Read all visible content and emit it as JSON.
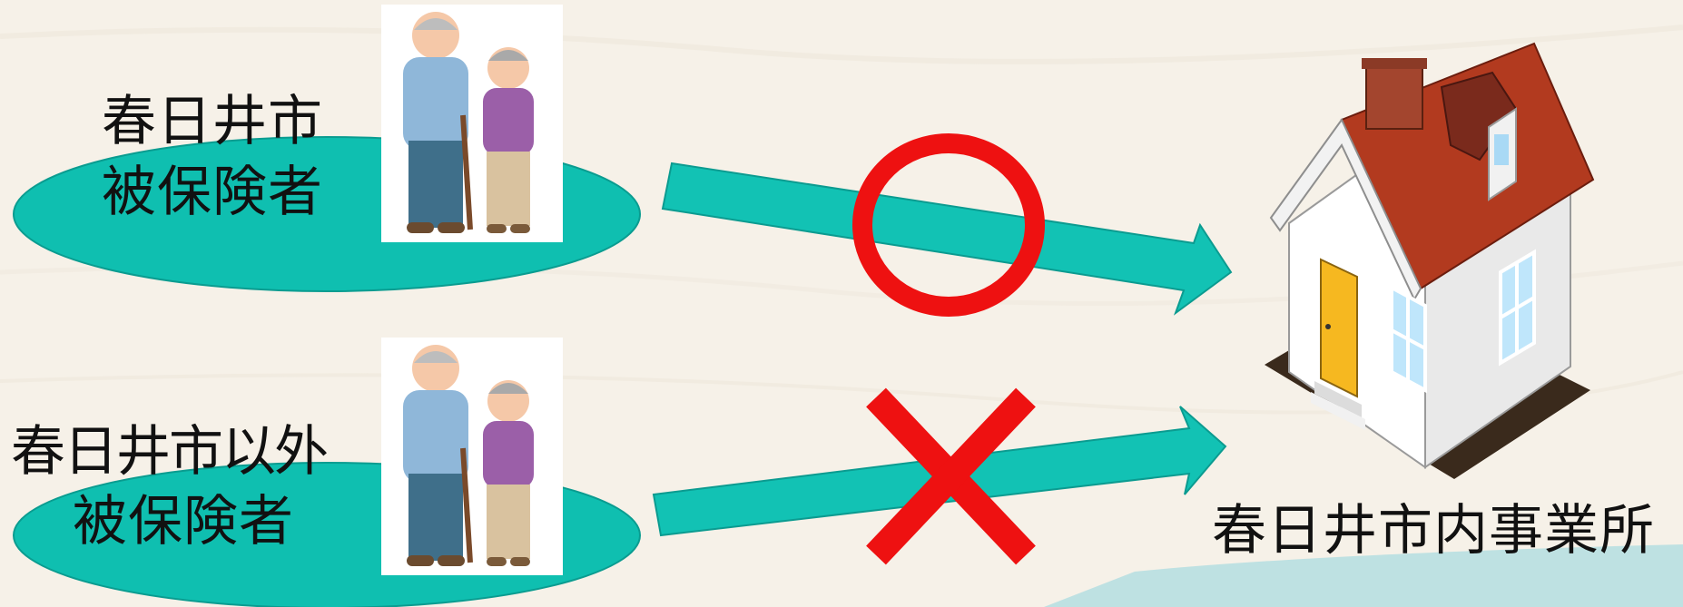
{
  "top_group": {
    "label_line1": "春日井市",
    "label_line2": "被保険者",
    "mark": "allowed",
    "mark_icon": "circle-icon"
  },
  "bottom_group": {
    "label_line1": "春日井市以外",
    "label_line2": "被保険者",
    "mark": "not-allowed",
    "mark_icon": "cross-icon"
  },
  "destination": {
    "label": "春日井市内事業所",
    "icon": "house-icon"
  },
  "colors": {
    "ellipse": "#0fbfb0",
    "arrow": "#12c2b4",
    "ok_mark": "#ee1111",
    "ng_mark": "#ee1111",
    "background": "#f6f1e8"
  }
}
